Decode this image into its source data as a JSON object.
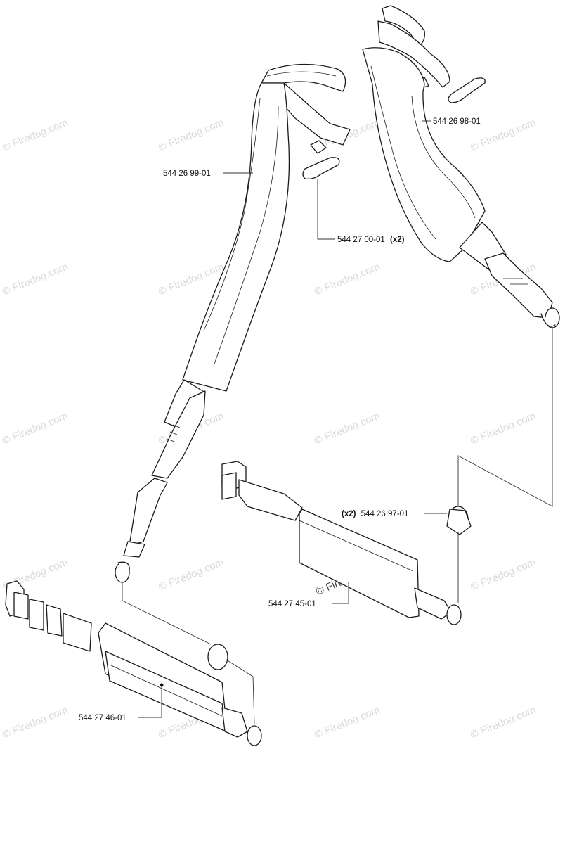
{
  "parts": [
    {
      "number": "544 26 99-01",
      "qty": ""
    },
    {
      "number": "544 26 98-01",
      "qty": ""
    },
    {
      "number": "544 27 00-01",
      "qty": "(x2)"
    },
    {
      "number": "544 26 97-01",
      "qty": "(x2)"
    },
    {
      "number": "544 27 45-01",
      "qty": ""
    },
    {
      "number": "544 27 46-01",
      "qty": ""
    }
  ],
  "watermark": "© Firedog.com"
}
